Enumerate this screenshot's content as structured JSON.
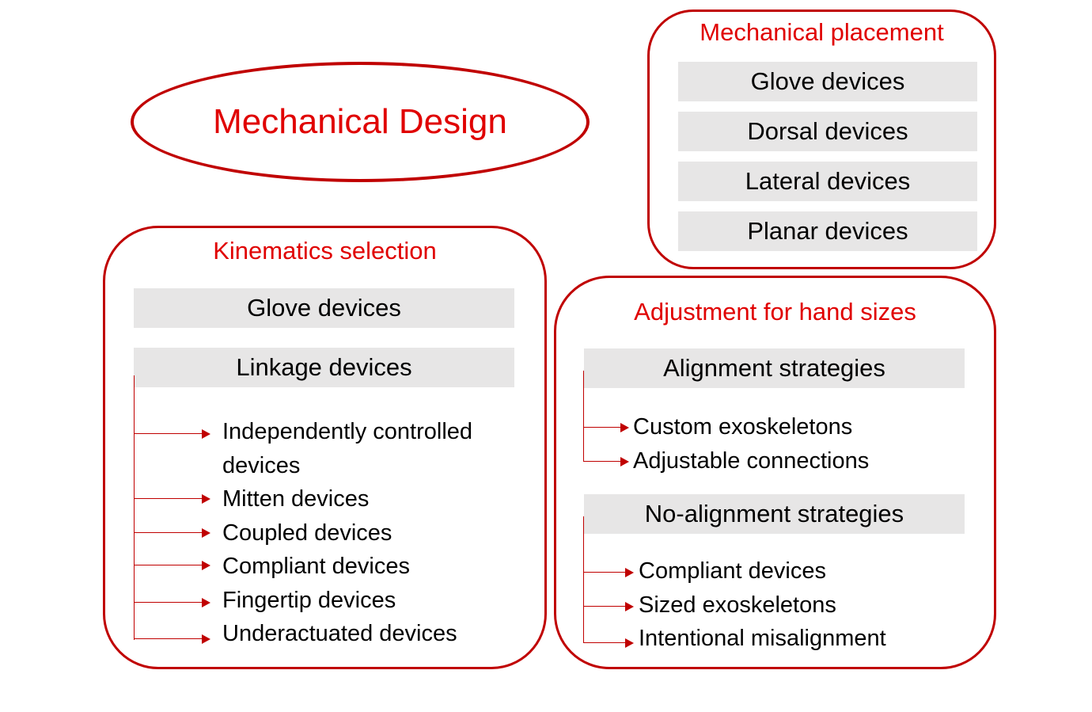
{
  "title": "Mechanical Design",
  "placement": {
    "title": "Mechanical placement",
    "items": [
      "Glove devices",
      "Dorsal devices",
      "Lateral devices",
      "Planar devices"
    ]
  },
  "kinematics": {
    "title": "Kinematics selection",
    "box1": "Glove devices",
    "box2": "Linkage devices",
    "subitems": [
      "Independently controlled",
      "devices",
      "Mitten devices",
      "Coupled devices",
      "Compliant devices",
      "Fingertip devices",
      "Underactuated devices"
    ]
  },
  "adjustment": {
    "title": "Adjustment for hand sizes",
    "alignment": {
      "label": "Alignment strategies",
      "items": [
        "Custom exoskeletons",
        "Adjustable connections"
      ]
    },
    "no_alignment": {
      "label": "No-alignment strategies",
      "items": [
        "Compliant devices",
        "Sized exoskeletons",
        "Intentional misalignment"
      ]
    }
  },
  "colors": {
    "accent": "#c00000",
    "title_text": "#e00000",
    "box_fill": "#e7e6e6"
  }
}
